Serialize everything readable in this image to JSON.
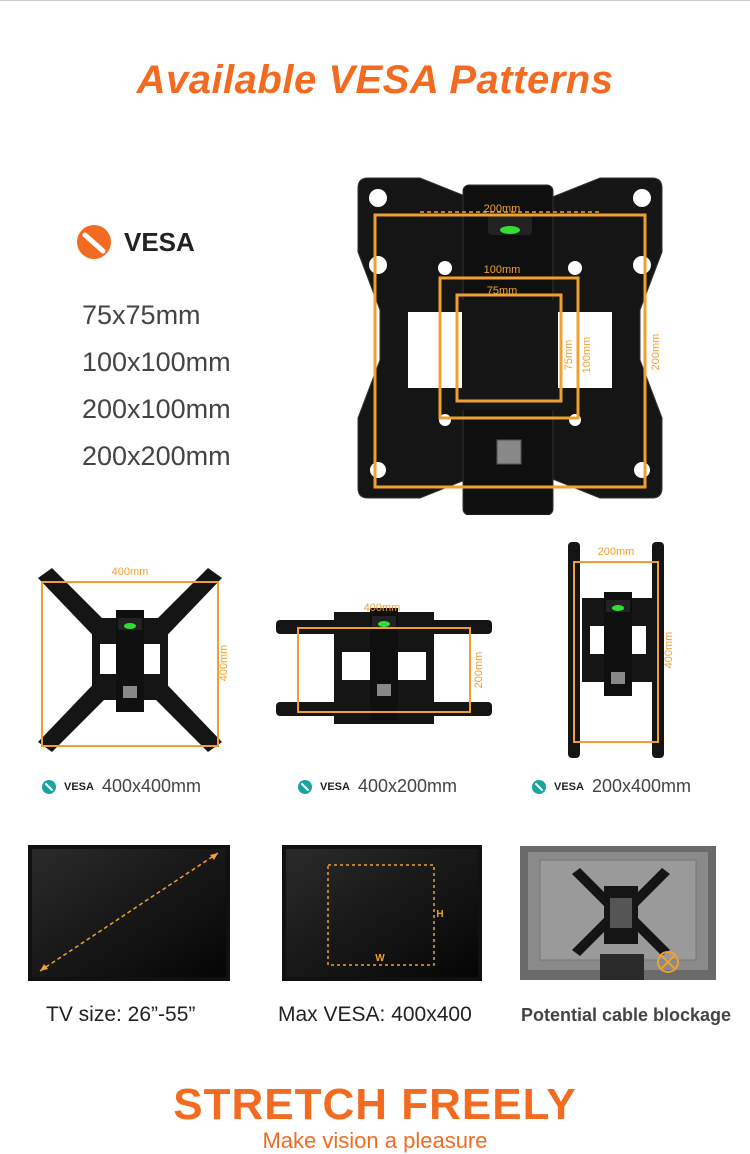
{
  "header": {
    "title": "Available VESA Patterns"
  },
  "vesa_section": {
    "badge_label": "VESA",
    "patterns": [
      "75x75mm",
      "100x100mm",
      "200x100mm",
      "200x200mm"
    ]
  },
  "main_diagram": {
    "labels": {
      "w200": "200mm",
      "w100": "100mm",
      "w75": "75mm",
      "h75": "75mm",
      "h100": "100mm",
      "h200": "200mm"
    }
  },
  "configs": [
    {
      "tag": "VESA",
      "size": "400x400mm",
      "w_label": "400mm",
      "h_label": "400mm"
    },
    {
      "tag": "VESA",
      "size": "400x200mm",
      "w_label": "400mm",
      "h_label": "200mm"
    },
    {
      "tag": "VESA",
      "size": "200x400mm",
      "w_label": "200mm",
      "h_label": "400mm"
    }
  ],
  "tv_panels": [
    {
      "caption": "TV size:  26”-55”"
    },
    {
      "caption": "Max VESA: 400x400",
      "w_mark": "W",
      "h_mark": "H"
    },
    {
      "caption": "Potential cable blockage"
    }
  ],
  "footer": {
    "title": "STRETCH FREELY",
    "subtitle": "Make vision a pleasure"
  },
  "colors": {
    "accent": "#f26b21",
    "teal": "#1aa3a3",
    "mount": "#1a1a1a",
    "dimension": "#f0a030"
  }
}
